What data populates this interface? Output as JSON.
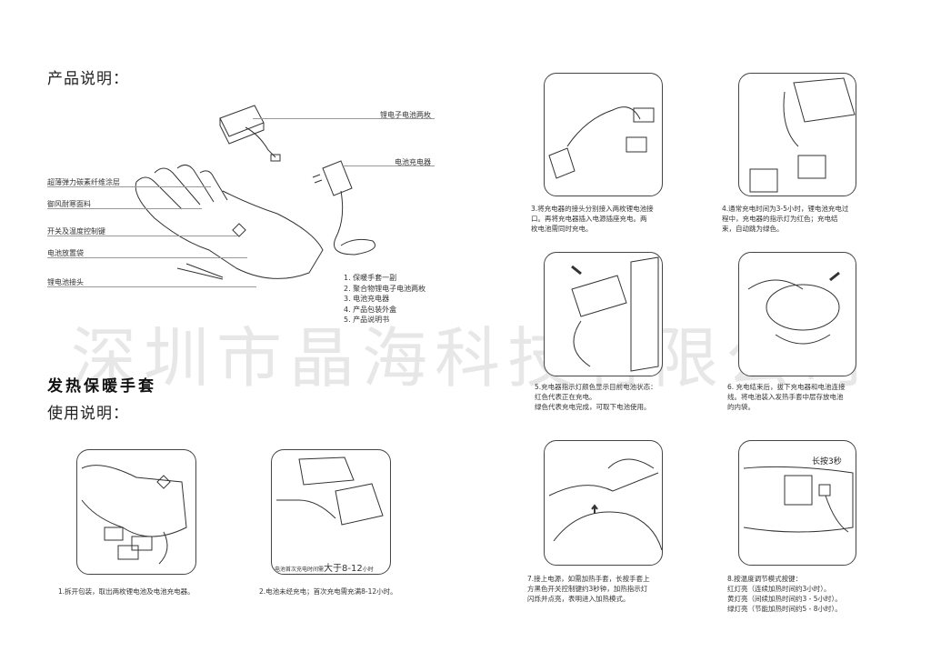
{
  "product": {
    "heading": "产品说明：",
    "labels": {
      "battery": "锂电子电池两枚",
      "charger": "电池充电器",
      "coating": "超薄弹力碳素纤维涂层",
      "fabric": "御风耐寒面料",
      "switch": "开关及温度控制键",
      "pocket": "电池放置袋",
      "connector": "锂电池接头"
    },
    "contents": [
      "1. 保暖手套一副",
      "2. 聚合物锂电子电池两枚",
      "3. 电池充电器",
      "4. 产品包装外盒",
      "5. 产品说明书"
    ]
  },
  "watermark": "深圳市晶海科技有限公司",
  "usage": {
    "title": "发热保暖手套",
    "heading": "使用说明：",
    "panel2_note_small": "电池首次充电时间需",
    "panel2_note_big": "大于8-12",
    "panel2_note_unit": "小时",
    "panel8_label": "长按3秒",
    "steps": [
      "1.拆开包装，取出两枚锂电池及电池充电器。",
      "2.电池未经充电；首次充电需充满8-12小时。",
      "3.将充电器的接头分别接入两枚锂电池接\n口。再将充电器插入电源插座充电。两\n枚电池需同时充电。",
      "4.通常充电时间为3-5小时，锂电池充电过\n程中，充电器的指示灯为红色；充电结\n束，自动跳为绿色。",
      "5.充电器指示灯颜色显示目前电池状态：\n红色代表正在充电。\n绿色代表充电完成，可取下电池使用。",
      "6. 充电结束后，拔下充电器和电池连接\n线。将电池装入发热手套中层存放电池\n的内袋。",
      "7.接上电源，如需加热手套，长按手套上\n方黑色开关控制键约3秒钟，加热指示灯\n闪烁并点亮，表明进入加热模式。",
      "8.按温度调节模式按键：\n红灯亮（连续加热时间约3小时）。\n黄灯亮（间续加热时间约3 - 5小时）。\n绿灯亮（节能加热时间约5 - 8小时）。"
    ]
  }
}
